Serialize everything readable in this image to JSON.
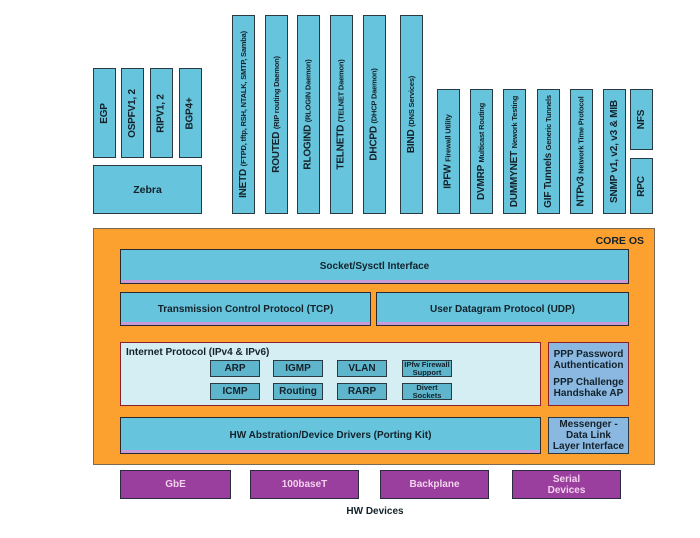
{
  "routing_protocols": [
    {
      "label": "EGP"
    },
    {
      "label": "OSPFV1, 2"
    },
    {
      "label": "RIPV1, 2"
    },
    {
      "label": "BGP4+"
    }
  ],
  "zebra": {
    "label": "Zebra"
  },
  "daemons": [
    {
      "name": "INETD",
      "desc": "(FTPD, tftp, RSH, NTALK, SMTP, Samba)"
    },
    {
      "name": "ROUTED",
      "desc": "(RIP routing Daemon)"
    },
    {
      "name": "RLOGIND",
      "desc": "(RLOGIN Daemon)"
    },
    {
      "name": "TELNETD",
      "desc": "(TELNET Daemon)"
    },
    {
      "name": "DHCPD",
      "desc": "(DHCP Daemon)"
    },
    {
      "name": "BIND",
      "desc": "(DNS Services)"
    }
  ],
  "utilities": [
    {
      "name": "IPFW",
      "desc": "Firewall Utility"
    },
    {
      "name": "DVMRP",
      "desc": "Multicast Routing"
    },
    {
      "name": "DUMMYNET",
      "desc": "Nework Testing"
    },
    {
      "name": "GIF Tunnels",
      "desc": "Generic Tunnels"
    },
    {
      "name": "NTPv3",
      "desc": "Network Time Protocol"
    },
    {
      "name": "SNMP v1, v2, v3 & MIB",
      "desc": ""
    }
  ],
  "nfs": {
    "label": "NFS"
  },
  "rpc": {
    "label": "RPC"
  },
  "core": {
    "label": "CORE OS",
    "socket": "Socket/Sysctl Interface",
    "tcp": "Transmission Control Protocol (TCP)",
    "udp": "User Datagram Protocol (UDP)",
    "ip": {
      "label": "Internet Protocol (IPv4 & IPv6)",
      "row1": [
        "ARP",
        "IGMP",
        "VLAN",
        "IPfw Firewall Support"
      ],
      "row2": [
        "ICMP",
        "Routing",
        "RARP",
        "Divert Sockets"
      ]
    },
    "ppp": {
      "line1a": "PPP Password",
      "line1b": "Authentication",
      "line2a": "PPP Challenge",
      "line2b": "Handshake AP"
    },
    "hw_abstraction": "HW Abstration/Device Drivers (Porting Kit)",
    "messenger": {
      "line1": "Messenger -",
      "line2": "Data Link",
      "line3": "Layer Interface"
    }
  },
  "hw_devices": {
    "label": "HW Devices",
    "items": [
      {
        "line1": "GbE",
        "line2": ""
      },
      {
        "line1": "100baseT",
        "line2": ""
      },
      {
        "line1": "Backplane",
        "line2": ""
      },
      {
        "line1": "Serial",
        "line2": "Devices"
      }
    ]
  },
  "colors": {
    "module_blue": "#66c4dc",
    "core_orange": "#fca030",
    "device_purple": "#9a3f9e",
    "ip_light": "#d4eef4"
  }
}
